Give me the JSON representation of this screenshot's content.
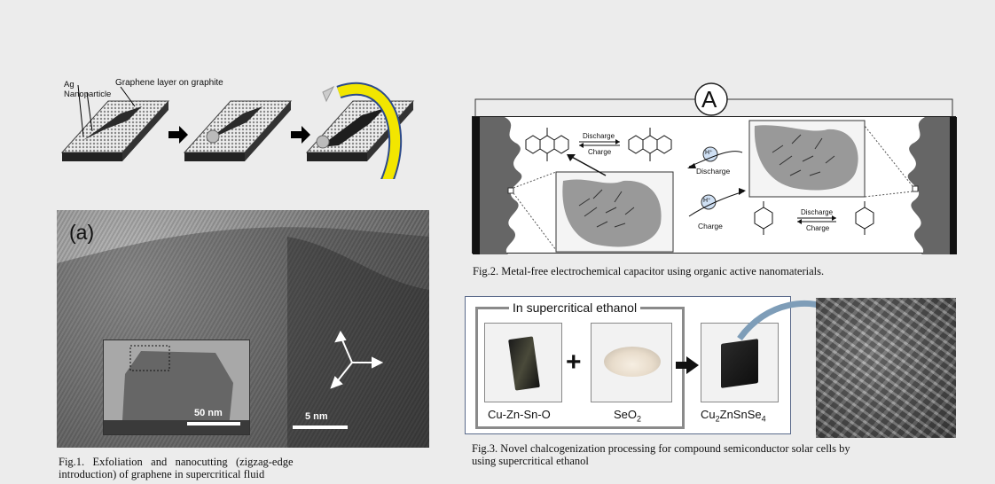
{
  "fig1": {
    "top_labels": {
      "graphene_layer": "Graphene layer on graphite",
      "ag": "Ag",
      "nanoparticle": "Nanoparticle"
    },
    "panel_label": "(a)",
    "scale_bar_inset": "50 nm",
    "scale_bar_main": "5 nm",
    "caption_line1": "Fig.1.   Exfoliation   and   nanocutting   (zigzag-edge",
    "caption_line2": "introduction) of graphene in supercritical fluid"
  },
  "fig2": {
    "panel_label": "A",
    "discharge_label": "Discharge",
    "charge_label": "Charge",
    "h_plus": "H⁺",
    "caption": "Fig.2. Metal-free electrochemical capacitor using organic active nanomaterials."
  },
  "fig3": {
    "box_title": "In supercritical ethanol",
    "plus": "+",
    "label_1": "Cu-Zn-Sn-O",
    "label_2": "SeO",
    "label_2_sub": "2",
    "label_3_cu": "Cu",
    "label_3_cu_sub": "2",
    "label_3_mid": "ZnSnSe",
    "label_3_se_sub": "4",
    "caption_line1": "Fig.3. Novel chalcogenization processing for compound semiconductor solar cells by",
    "caption_line2": "using supercritical ethanol"
  },
  "colors": {
    "background": "#ececec",
    "arrow_yellow": "#f2e600",
    "arrow_blue": "#2c4a8a",
    "fig3_arrow": "#7e9db8"
  }
}
